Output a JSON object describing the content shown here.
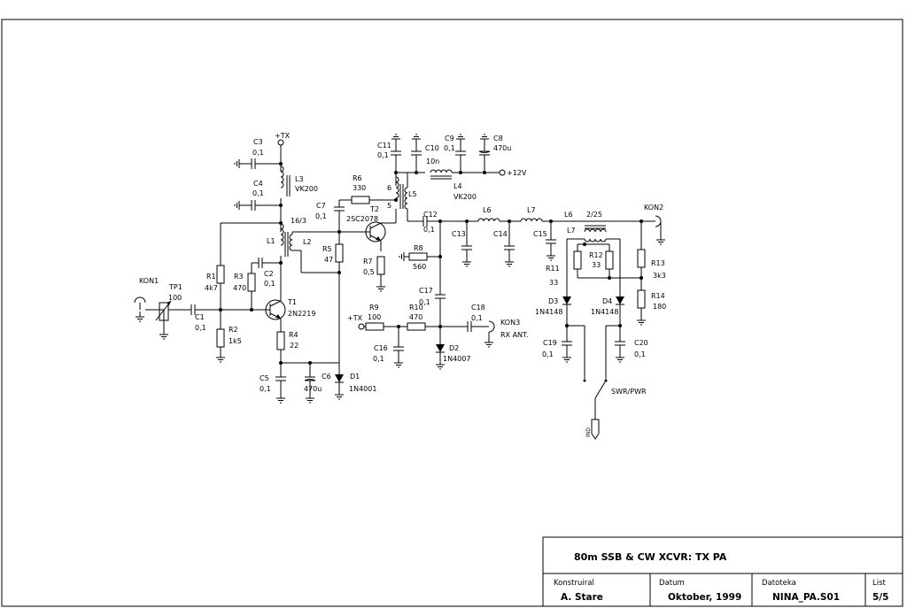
{
  "title_block": {
    "title": "80m SSB & CW XCVR: TX PA",
    "designer_label": "Konstruiral",
    "designer": "A. Stare",
    "date_label": "Datum",
    "date": "Oktober, 1999",
    "file_label": "Datoteka",
    "file": "NINA_PA.S01",
    "sheet_label": "List",
    "sheet": "5/5"
  },
  "labels": {
    "tx1": "+TX",
    "tx2": "+TX",
    "v12": "+12V",
    "c3": "C3",
    "c3v": "0,1",
    "c4": "C4",
    "c4v": "0,1",
    "l3": "L3",
    "l3v": "VK200",
    "c7": "C7",
    "c7v": "0,1",
    "r6": "R6",
    "r6v": "330",
    "ratio1": "16/3",
    "l1": "L1",
    "l2": "L2",
    "r5": "R5",
    "r5v": "47",
    "t2": "T2",
    "t2v": "2SC2078",
    "r7": "R7",
    "r7v": "0,5",
    "c11": "C11",
    "c11v": "0,1",
    "c10": "C10",
    "c10v": "10n",
    "c9": "C9",
    "c9v": "0,1",
    "c8": "C8",
    "c8v": "470u",
    "l4": "L4",
    "l4v": "VK200",
    "l5": "L5",
    "n6": "6",
    "n5": "5",
    "c12": "C12",
    "c12v": "0,1",
    "l6a": "L6",
    "l7a": "L7",
    "c13": "C13",
    "c14": "C14",
    "c15": "C15",
    "l6b": "L6",
    "ratio2": "2/25",
    "l7b": "L7",
    "kon2": "KON2",
    "r8": "R8",
    "r8v": "560",
    "r11": "R11",
    "r11v": "33",
    "r12": "R12",
    "r12v": "33",
    "r13": "R13",
    "r13v": "3k3",
    "r14": "R14",
    "r14v": "180",
    "kon1": "KON1",
    "tp1": "TP1",
    "tp1v": "100",
    "r1": "R1",
    "r1v": "4k7",
    "r3": "R3",
    "r3v": "470",
    "c2": "C2",
    "c2v": "0,1",
    "c1": "C1",
    "c1v": "0,1",
    "t1": "T1",
    "t1v": "2N2219",
    "r2": "R2",
    "r2v": "1k5",
    "r4": "R4",
    "r4v": "22",
    "c5": "C5",
    "c5v": "0,1",
    "c6": "C6",
    "c6v": "470u",
    "d1": "D1",
    "d1v": "1N4001",
    "c17": "C17",
    "c17v": "0,1",
    "r9": "R9",
    "r9v": "100",
    "r10": "R10",
    "r10v": "470",
    "c18": "C18",
    "c18v": "0,1",
    "kon3": "KON3",
    "rxant": "RX ANT.",
    "c16": "C16",
    "c16v": "0,1",
    "d2": "D2",
    "d2v": "1N4007",
    "d3": "D3",
    "d3v": "1N4148",
    "d4": "D4",
    "d4v": "1N4148",
    "c19": "C19",
    "c19v": "0,1",
    "c20": "C20",
    "c20v": "0,1",
    "swr": "SWR/PWR",
    "ind": "IND"
  }
}
